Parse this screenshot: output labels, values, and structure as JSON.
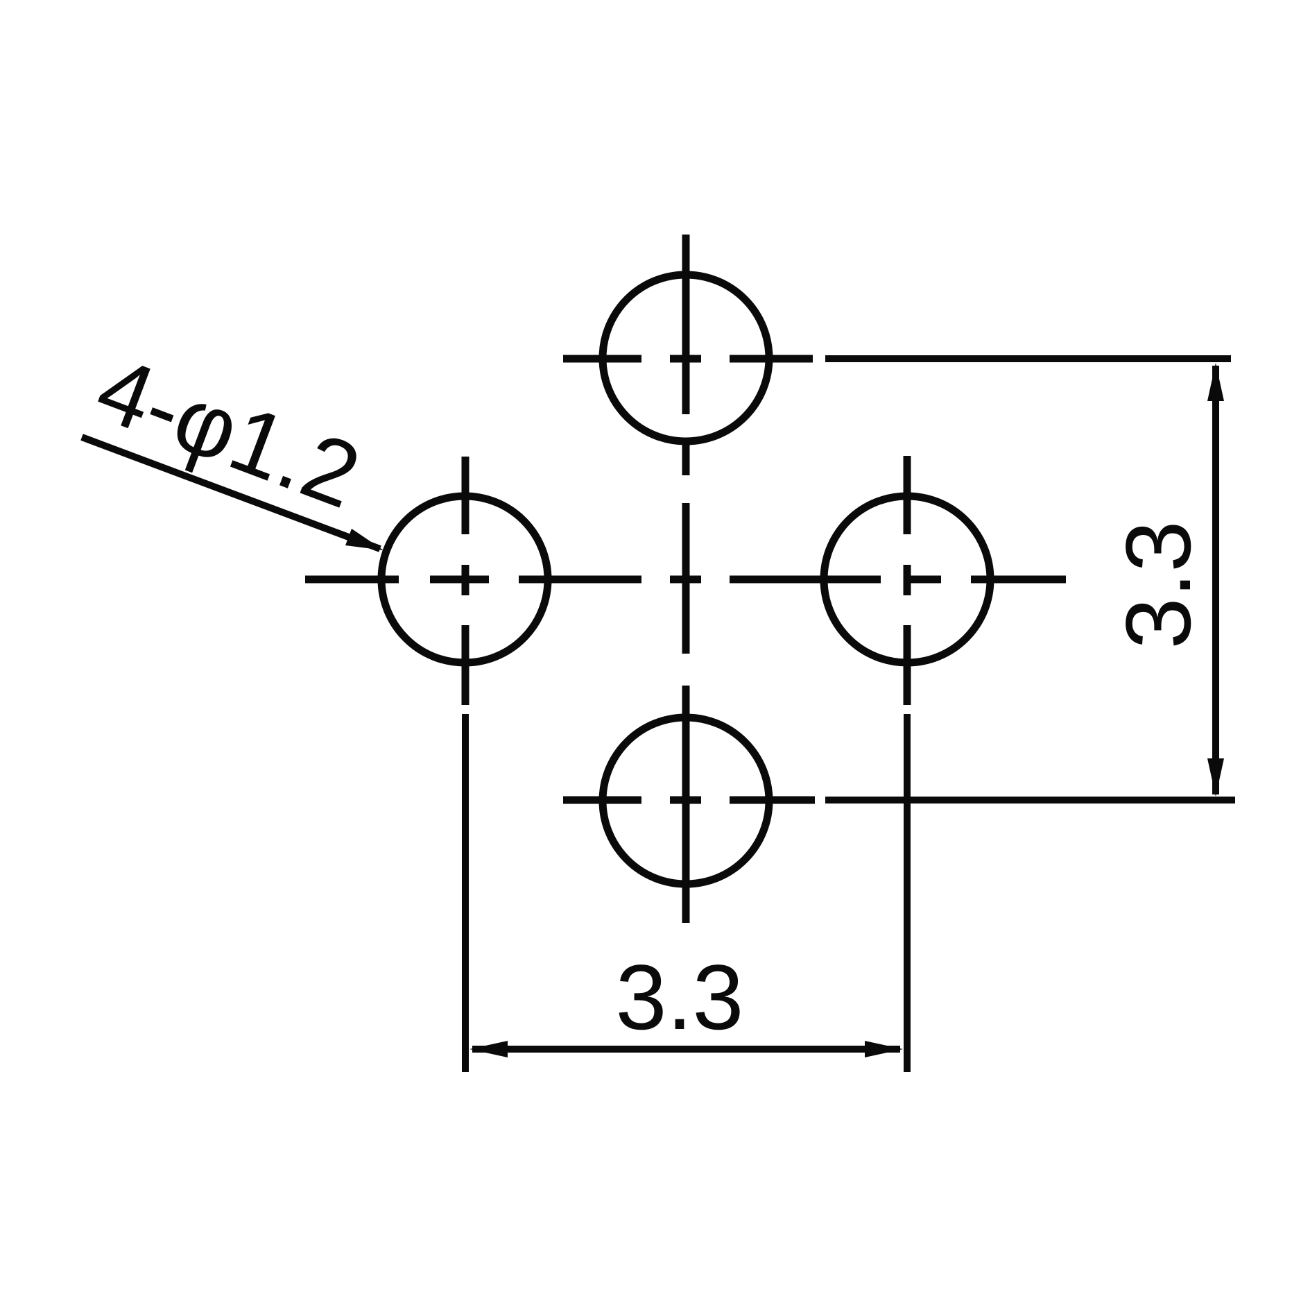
{
  "drawing": {
    "type": "mechanical-hole-pattern",
    "labels": {
      "leader_label": "4-φ1.2",
      "dim_horizontal": "3.3",
      "dim_vertical": "3.3"
    },
    "dimensions": {
      "hole_count": 4,
      "hole_diameter": 1.2,
      "pitch_horizontal": 3.3,
      "pitch_vertical": 3.3
    },
    "colors": {
      "line": "#0a0a0a",
      "background": "#ffffff"
    }
  }
}
